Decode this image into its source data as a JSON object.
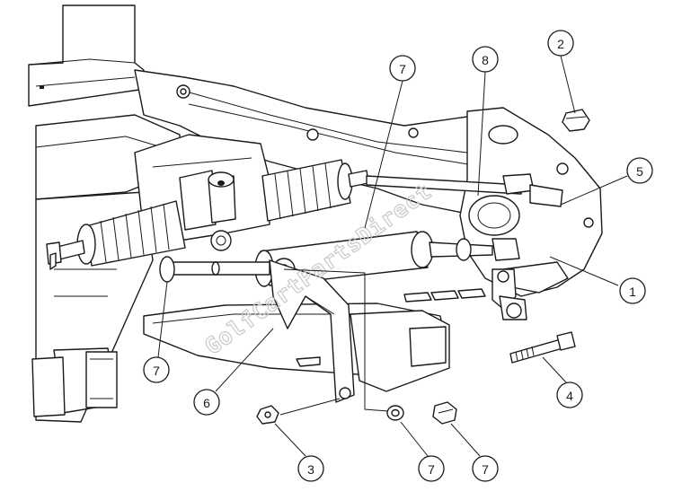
{
  "watermark": "GolfCartPartsDirect",
  "callouts": [
    {
      "id": "c8",
      "label": "8"
    },
    {
      "id": "c7a",
      "label": "7"
    },
    {
      "id": "c2",
      "label": "2"
    },
    {
      "id": "c5",
      "label": "5"
    },
    {
      "id": "c1",
      "label": "1"
    },
    {
      "id": "c7b",
      "label": "7"
    },
    {
      "id": "c6",
      "label": "6"
    },
    {
      "id": "c4",
      "label": "4"
    },
    {
      "id": "c3",
      "label": "3"
    },
    {
      "id": "c7c",
      "label": "7"
    },
    {
      "id": "c7d",
      "label": "7"
    }
  ]
}
